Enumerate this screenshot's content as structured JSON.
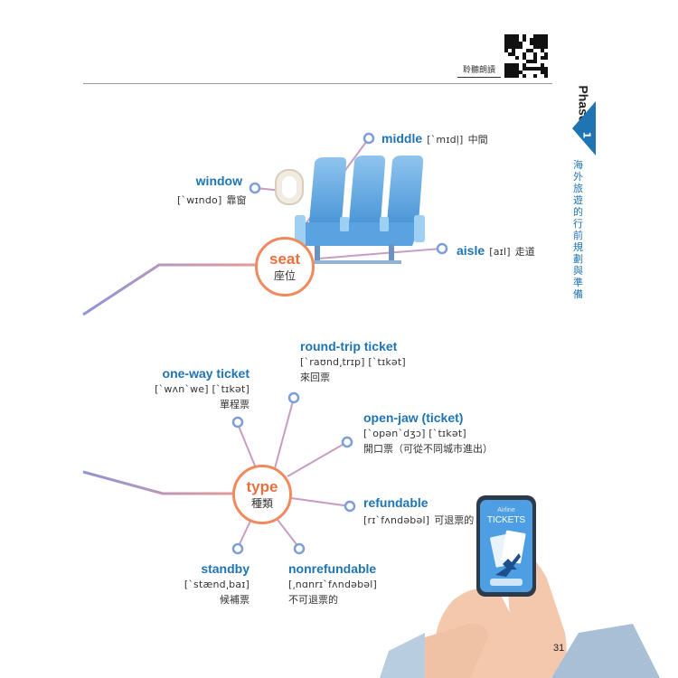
{
  "header": {
    "listen_label": "聆聽朗讀",
    "qr_icon": "qr-code-icon"
  },
  "sidebar": {
    "phase_label": "Phase",
    "phase_number": "1",
    "chapter_title": "海外旅遊的行前規劃與準備"
  },
  "page_number": "31",
  "seat_map": {
    "hub": {
      "word": "seat",
      "zh": "座位"
    },
    "branches": [
      {
        "word": "middle",
        "ipa": "[ˋmɪdl̩]",
        "zh": "中間"
      },
      {
        "word": "window",
        "ipa": "[ˋwɪndo]",
        "zh": "靠窗"
      },
      {
        "word": "aisle",
        "ipa": "[aɪl]",
        "zh": "走道"
      }
    ]
  },
  "type_map": {
    "hub": {
      "word": "type",
      "zh": "種類"
    },
    "branches": [
      {
        "word": "round-trip ticket",
        "ipa": "[ˋraʊnd͵trɪp] [ˋtɪkət]",
        "zh": "來回票"
      },
      {
        "word": "one-way ticket",
        "ipa": "[ˋwʌnˋwe] [ˋtɪkət]",
        "zh": "單程票"
      },
      {
        "word": "open-jaw (ticket)",
        "ipa": "[ˋopənˋdʒɔ] [ˋtɪkət]",
        "zh": "開口票（可從不同城市進出）"
      },
      {
        "word": "refundable",
        "ipa": "[rɪˋfʌndəbəl]",
        "zh": "可退票的"
      },
      {
        "word": "standby",
        "ipa": "[ˋstænd͵baɪ]",
        "zh": "候補票"
      },
      {
        "word": "nonrefundable",
        "ipa": "[͵nɑnrɪˋfʌndəbəl]",
        "zh": "不可退票的"
      }
    ]
  },
  "phone": {
    "line1": "Airline",
    "line2": "TICKETS"
  },
  "colors": {
    "accent_blue": "#1f74b3",
    "hub_orange": "#f08a5d",
    "line_purple": "#b99bd0",
    "node_blue": "#7d9ed6"
  }
}
